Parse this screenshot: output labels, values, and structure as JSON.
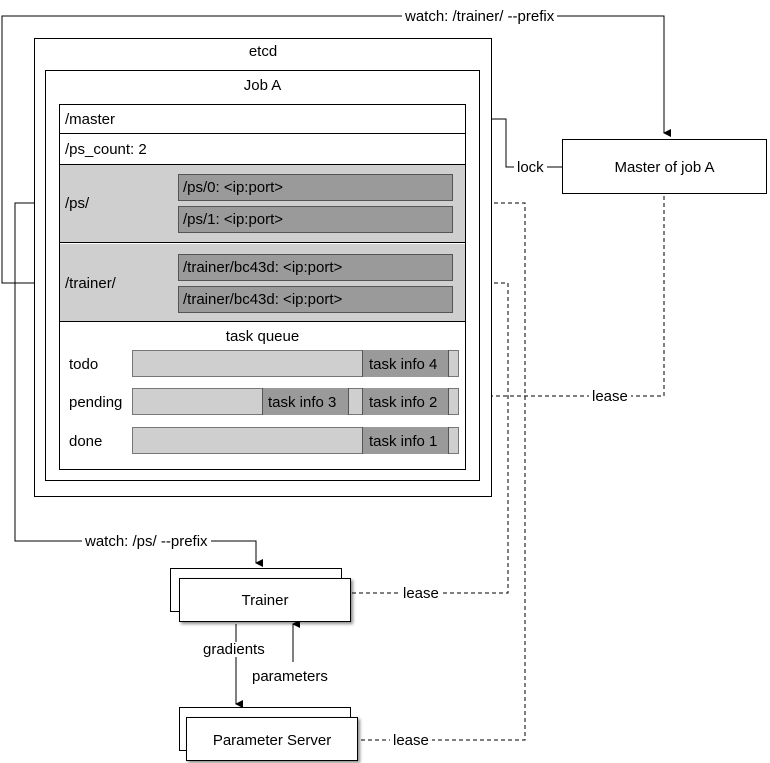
{
  "etcd": {
    "title": "etcd",
    "job": {
      "title": "Job A",
      "master_key": "/master",
      "ps_count_key": "/ps_count: 2",
      "ps": {
        "label": "/ps/",
        "entries": [
          "/ps/0: <ip:port>",
          "/ps/1: <ip:port>"
        ]
      },
      "trainer": {
        "label": "/trainer/",
        "entries": [
          "/trainer/bc43d: <ip:port>",
          "/trainer/bc43d: <ip:port>"
        ]
      },
      "task_queue": {
        "title": "task queue",
        "rows": [
          {
            "label": "todo",
            "items": [
              "task info 4"
            ]
          },
          {
            "label": "pending",
            "items": [
              "task info 3",
              "task info 2"
            ]
          },
          {
            "label": "done",
            "items": [
              "task info 1"
            ]
          }
        ]
      }
    }
  },
  "master_node": {
    "label": "Master of job A"
  },
  "trainer_node": {
    "label": "Trainer"
  },
  "ps_node": {
    "label": "Parameter Server"
  },
  "edges": {
    "watch_trainer": "watch: /trainer/ --prefix",
    "watch_ps": "watch: /ps/ --prefix",
    "lock": "lock",
    "lease_master": "lease",
    "lease_trainer": "lease",
    "lease_ps": "lease",
    "gradients": "gradients",
    "parameters": "parameters"
  },
  "colors": {
    "light_gray": "#cfcfcf",
    "dark_gray": "#9a9a9a",
    "line": "#000000"
  }
}
